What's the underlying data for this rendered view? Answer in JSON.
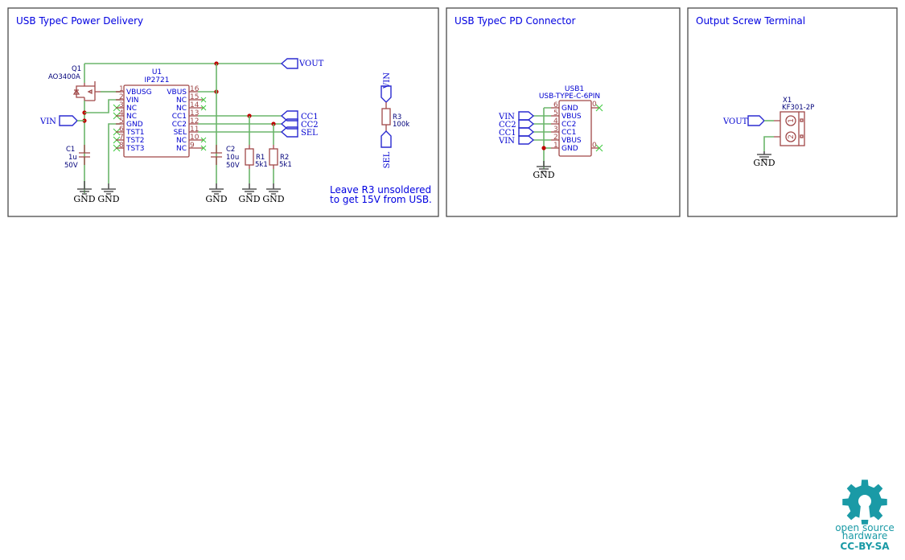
{
  "sheets": [
    {
      "title": "USB TypeC Power Delivery"
    },
    {
      "title": "USB TypeC PD Connector"
    },
    {
      "title": "Output Screw Terminal"
    }
  ],
  "power_delivery": {
    "q1": {
      "ref": "Q1",
      "value": "AO3400A"
    },
    "u1": {
      "ref": "U1",
      "value": "IP2721",
      "left_pins": [
        {
          "num": "1",
          "name": "VBUSG"
        },
        {
          "num": "2",
          "name": "VIN"
        },
        {
          "num": "3",
          "name": "NC"
        },
        {
          "num": "4",
          "name": "NC"
        },
        {
          "num": "5",
          "name": "GND"
        },
        {
          "num": "6",
          "name": "TST1"
        },
        {
          "num": "7",
          "name": "TST2"
        },
        {
          "num": "8",
          "name": "TST3"
        }
      ],
      "right_pins": [
        {
          "num": "16",
          "name": "VBUS"
        },
        {
          "num": "15",
          "name": "NC"
        },
        {
          "num": "14",
          "name": "NC"
        },
        {
          "num": "13",
          "name": "CC1"
        },
        {
          "num": "12",
          "name": "CC2"
        },
        {
          "num": "11",
          "name": "SEL"
        },
        {
          "num": "10",
          "name": "NC"
        },
        {
          "num": "9",
          "name": "NC"
        }
      ]
    },
    "c1": {
      "ref": "C1",
      "value": "1u",
      "voltage": "50V"
    },
    "c2": {
      "ref": "C2",
      "value": "10u",
      "voltage": "50V"
    },
    "r1": {
      "ref": "R1",
      "value": "5k1"
    },
    "r2": {
      "ref": "R2",
      "value": "5k1"
    },
    "r3": {
      "ref": "R3",
      "value": "100k"
    },
    "labels": {
      "vin": "VIN",
      "vout": "VOUT",
      "cc1": "CC1",
      "cc2": "CC2",
      "sel": "SEL",
      "r3_top": "VIN",
      "r3_bottom": "SEL"
    },
    "gnd": "GND",
    "note_line1": "Leave R3 unsoldered",
    "note_line2": "to get 15V from USB."
  },
  "connector": {
    "ref": "USB1",
    "value": "USB-TYPE-C-6PIN",
    "pins": [
      {
        "num": "6",
        "name": "GND"
      },
      {
        "num": "5",
        "name": "VBUS"
      },
      {
        "num": "4",
        "name": "CC2"
      },
      {
        "num": "3",
        "name": "CC1"
      },
      {
        "num": "2",
        "name": "VBUS"
      },
      {
        "num": "1",
        "name": "GND"
      }
    ],
    "shield_pin": "0",
    "labels": [
      "VIN",
      "CC2",
      "CC1",
      "VIN"
    ],
    "gnd": "GND"
  },
  "terminal": {
    "ref": "X1",
    "value": "KF301-2P",
    "label": "VOUT",
    "pin1": "1",
    "pin2": "2",
    "gnd": "GND"
  },
  "logo": {
    "line1": "open source",
    "line2": "hardware",
    "license": "CC-BY-SA",
    "color": "#1a9aa6"
  }
}
